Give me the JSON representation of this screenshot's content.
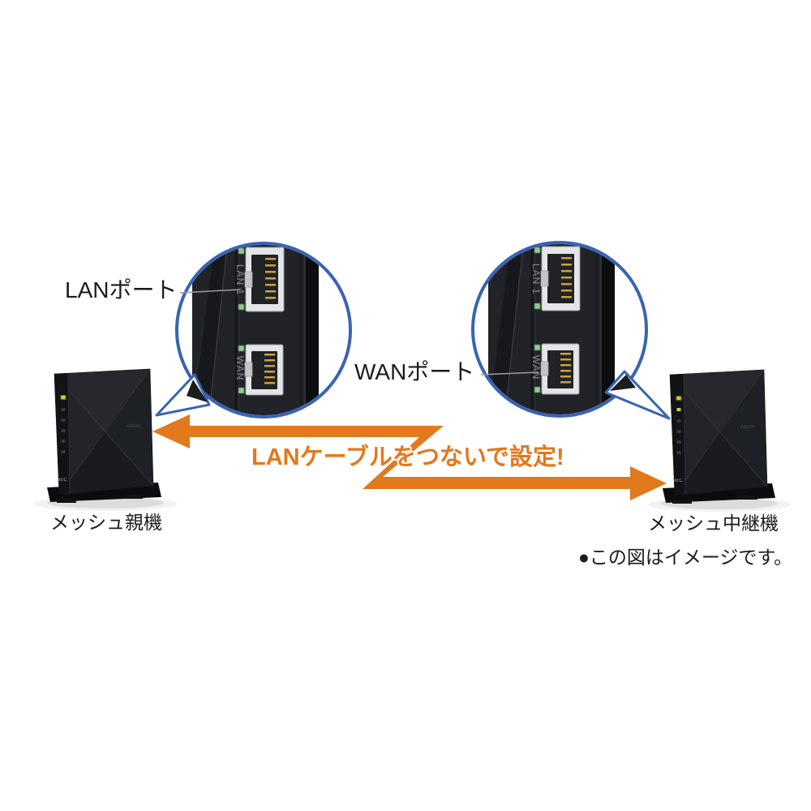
{
  "diagram": {
    "callouts": {
      "lan_label": "LANポート",
      "wan_label": "WANポート"
    },
    "port_markings": {
      "lan": "LAN 1",
      "wan": "WAN"
    },
    "devices": {
      "left": {
        "name": "メッシュ親機",
        "brand": "NEC",
        "model": "Aterm"
      },
      "right": {
        "name": "メッシュ中継機",
        "brand": "NEC",
        "model": "Aterm"
      }
    },
    "instruction": "LANケーブルをつないで設定!",
    "note": "●この図はイメージです。",
    "colors": {
      "accent_orange": "#E2791C",
      "callout_blue": "#3A63B2",
      "leader_gray": "#9B9B9B",
      "led_green": "#8FC98F",
      "led_yellow": "#C8D435",
      "text_black": "#1B1B1B"
    }
  }
}
